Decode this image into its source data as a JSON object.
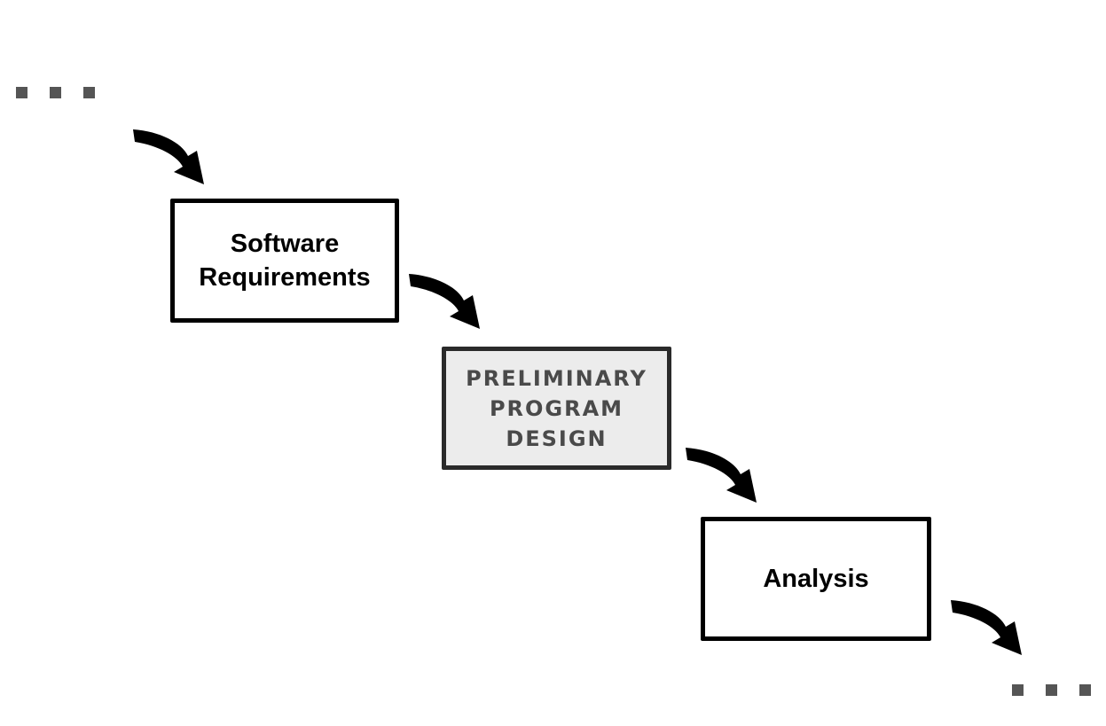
{
  "steps": [
    {
      "lines": [
        "Software",
        "Requirements"
      ]
    },
    {
      "lines": [
        "PRELIMINARY",
        "PROGRAM",
        "DESIGN"
      ]
    },
    {
      "lines": [
        "Analysis"
      ]
    }
  ],
  "colors": {
    "box_border": "#000000",
    "highlight_fill": "#ececec",
    "highlight_text": "#4a4a4a",
    "ellipsis": "#555555",
    "arrow": "#000000"
  }
}
